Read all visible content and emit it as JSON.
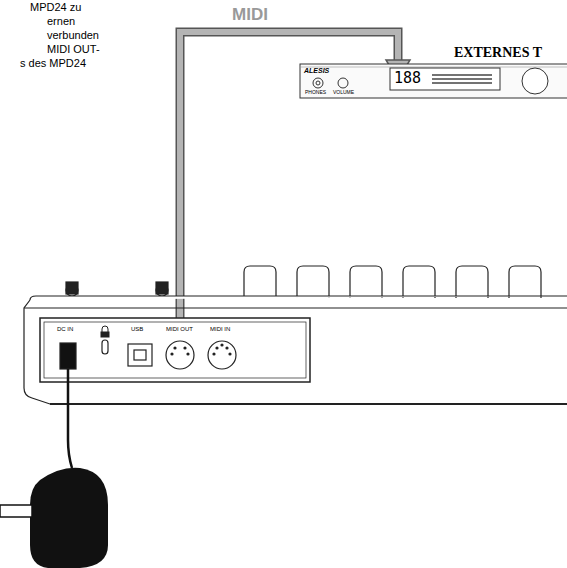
{
  "diagram": {
    "labels": [
      "MPD24 zu",
      "ernen",
      "verbunden",
      "MIDI OUT-",
      "s des MPD24",
      "MIDI",
      "EXTERNES T",
      "ALESIS",
      "188",
      "PHONES",
      "VOLUME",
      "DC IN",
      "USB",
      "MIDI OUT",
      "MIDI IN"
    ]
  }
}
